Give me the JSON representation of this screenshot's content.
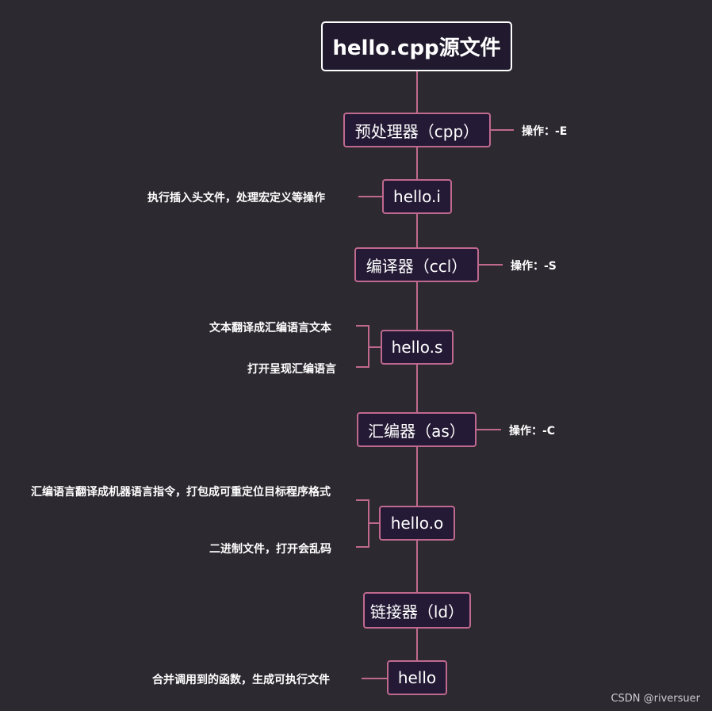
{
  "root": {
    "label": "hello.cpp源文件"
  },
  "nodes": [
    {
      "label": "预处理器（cpp）"
    },
    {
      "label": "hello.i"
    },
    {
      "label": "编译器（ccl）"
    },
    {
      "label": "hello.s"
    },
    {
      "label": "汇编器（as）"
    },
    {
      "label": "hello.o"
    },
    {
      "label": "链接器（ld）"
    },
    {
      "label": "hello"
    }
  ],
  "notes": {
    "cpp_op": "操作：-E",
    "hello_i": "执行插入头文件，处理宏定义等操作",
    "ccl_op": "操作：-S",
    "hello_s_1": "文本翻译成汇编语言文本",
    "hello_s_2": "打开呈现汇编语言",
    "as_op": "操作：-C",
    "hello_o_1": "汇编语言翻译成机器语言指令，打包成可重定位目标程序格式",
    "hello_o_2": "二进制文件，打开会乱码",
    "hello": "合并调用到的函数，生成可执行文件"
  },
  "watermark": "CSDN @riversuer",
  "colors": {
    "background": "#2d2930",
    "connector": "#c0698f",
    "node_fill": "#241a35",
    "root_border": "#ffffff"
  }
}
